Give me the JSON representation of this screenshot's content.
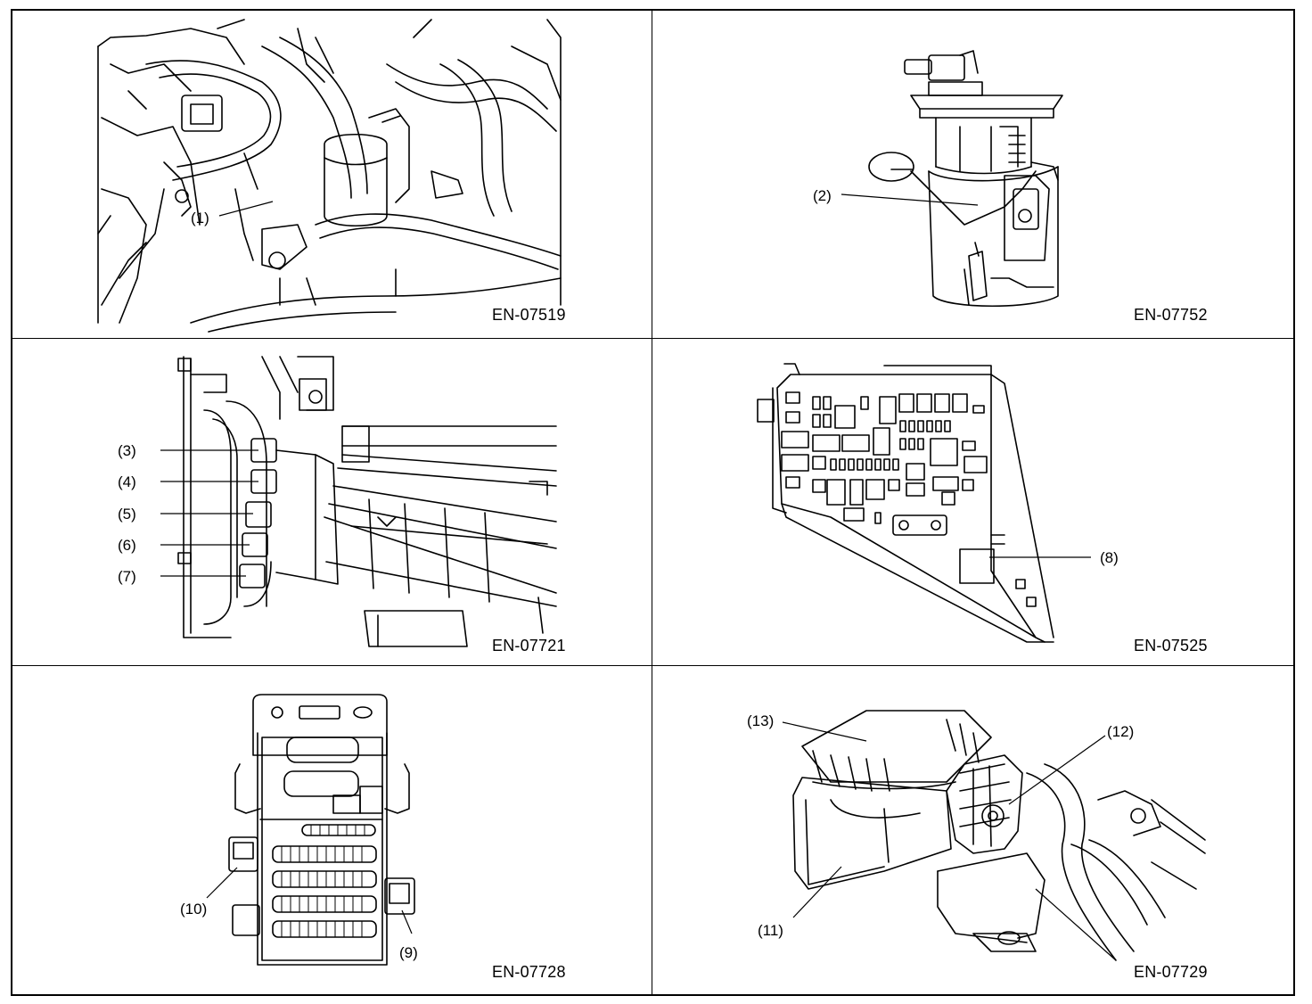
{
  "figures": [
    {
      "code": "EN-07519",
      "callouts": [
        "(1)"
      ]
    },
    {
      "code": "EN-07752",
      "callouts": [
        "(2)"
      ]
    },
    {
      "code": "EN-07721",
      "callouts": [
        "(3)",
        "(4)",
        "(5)",
        "(6)",
        "(7)"
      ]
    },
    {
      "code": "EN-07525",
      "callouts": [
        "(8)"
      ]
    },
    {
      "code": "EN-07728",
      "callouts": [
        "(9)",
        "(10)"
      ]
    },
    {
      "code": "EN-07729",
      "callouts": [
        "(11)",
        "(12)",
        "(13)"
      ]
    }
  ]
}
